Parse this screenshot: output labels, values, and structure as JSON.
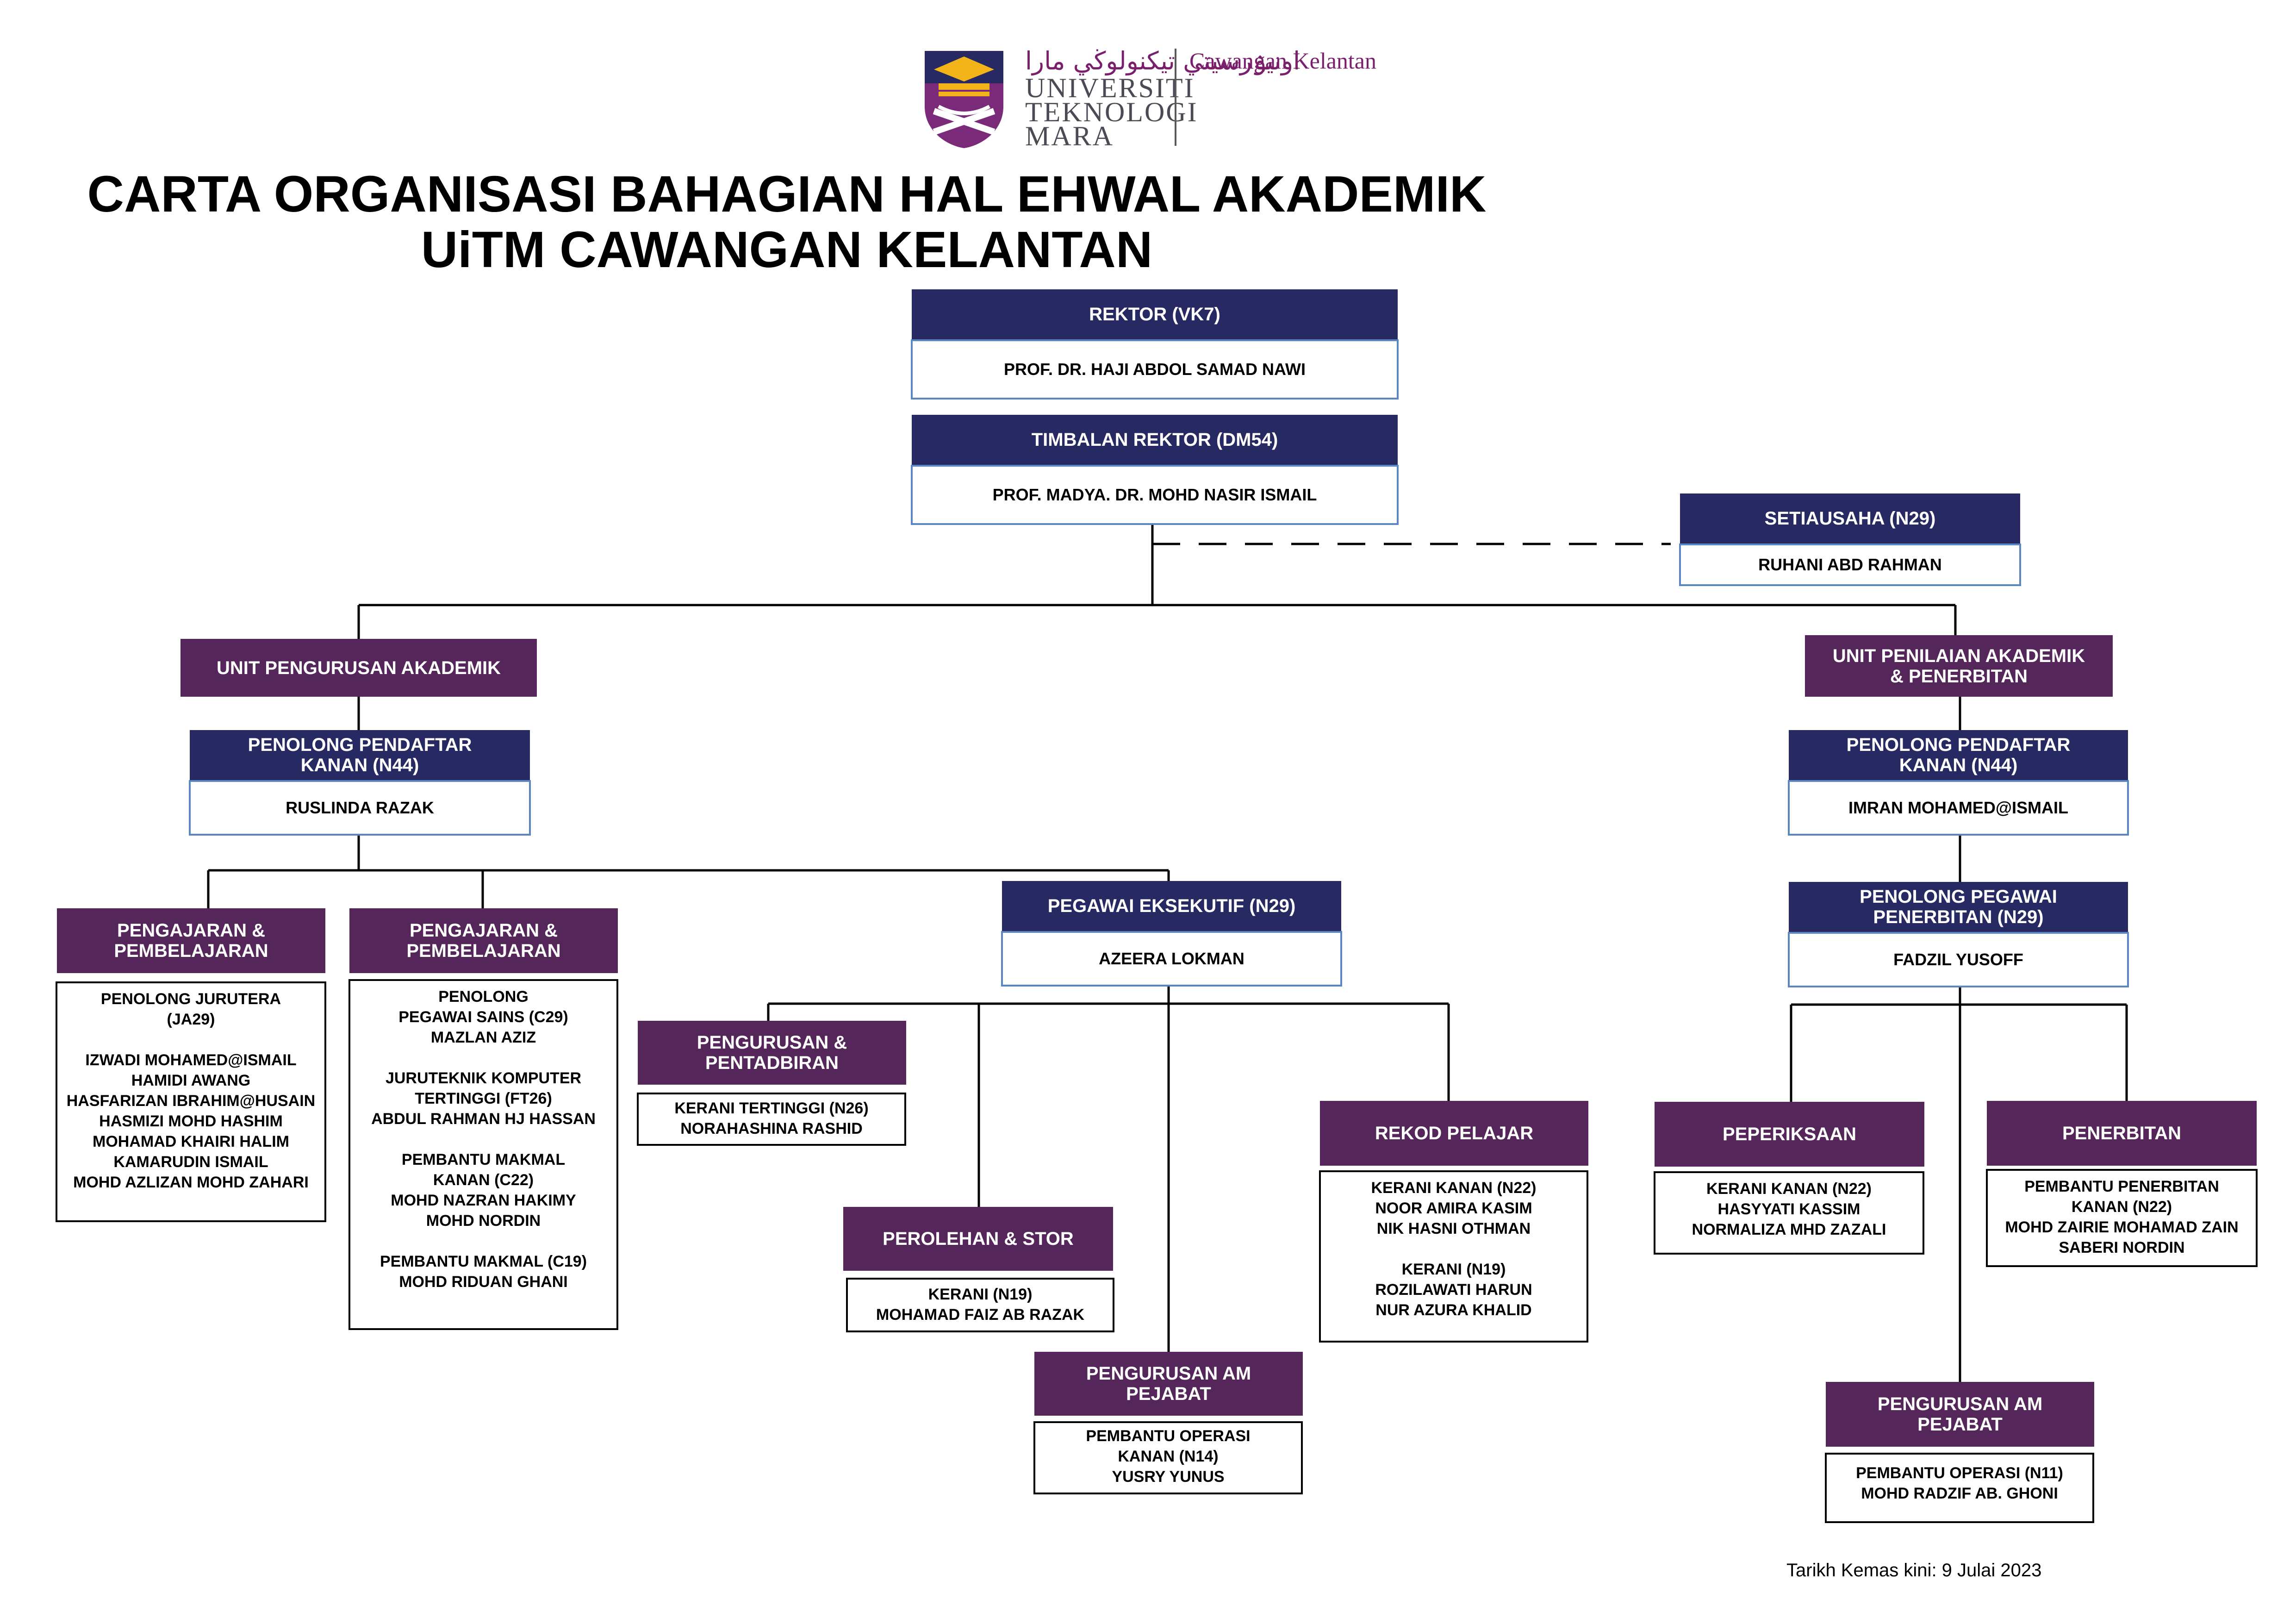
{
  "logo": {
    "jawi": "اونيۏرسيتي تيكنولوڬي مارا",
    "line1": "UNIVERSITI",
    "line2": "TEKNOLOGI",
    "line3": "MARA",
    "campus": "Cawangan Kelantan"
  },
  "title": {
    "line1": "CARTA ORGANISASI BAHAGIAN HAL EHWAL AKADEMIK",
    "line2": "UiTM CAWANGAN KELANTAN"
  },
  "rektor": {
    "role": "REKTOR (VK7)",
    "name": "PROF. DR. HAJI ABDOL SAMAD NAWI"
  },
  "timbalan": {
    "role": "TIMBALAN REKTOR (DM54)",
    "name": "PROF. MADYA. DR. MOHD NASIR ISMAIL"
  },
  "setiausaha": {
    "role": "SETIAUSAHA (N29)",
    "name": "RUHANI ABD RAHMAN"
  },
  "unit_left": {
    "label": "UNIT PENGURUSAN AKADEMIK"
  },
  "unit_right": {
    "label": "UNIT PENILAIAN AKADEMIK\n& PENERBITAN"
  },
  "pp_left": {
    "role": "PENOLONG PENDAFTAR\nKANAN (N44)",
    "name": "RUSLINDA RAZAK"
  },
  "pp_right": {
    "role": "PENOLONG PENDAFTAR\nKANAN (N44)",
    "name": "IMRAN MOHAMED@ISMAIL"
  },
  "ppp": {
    "role": "PENOLONG PEGAWAI\nPENERBITAN (N29)",
    "name": "FADZIL YUSOFF"
  },
  "pe": {
    "role": "PEGAWAI EKSEKUTIF (N29)",
    "name": "AZEERA LOKMAN"
  },
  "pp1": {
    "label": "PENGAJARAN &\nPEMBELAJARAN",
    "lines": [
      "PENOLONG JURUTERA",
      "(JA29)",
      "",
      "IZWADI MOHAMED@ISMAIL",
      "HAMIDI AWANG",
      "HASFARIZAN IBRAHIM@HUSAIN",
      "HASMIZI MOHD HASHIM",
      "MOHAMAD KHAIRI HALIM",
      "KAMARUDIN ISMAIL",
      "MOHD AZLIZAN MOHD ZAHARI"
    ]
  },
  "pp2": {
    "label": "PENGAJARAN &\nPEMBELAJARAN",
    "lines": [
      "PENOLONG",
      "PEGAWAI SAINS (C29)",
      "MAZLAN AZIZ",
      "",
      "JURUTEKNIK KOMPUTER",
      "TERTINGGI (FT26)",
      "ABDUL RAHMAN HJ HASSAN",
      "",
      "PEMBANTU MAKMAL",
      "KANAN (C22)",
      "MOHD NAZRAN HAKIMY",
      "MOHD NORDIN",
      "",
      "PEMBANTU MAKMAL (C19)",
      "MOHD RIDUAN GHANI"
    ]
  },
  "pentadbiran": {
    "label": "PENGURUSAN &\nPENTADBIRAN",
    "lines": [
      "KERANI TERTINGGI (N26)",
      "NORAHASHINA RASHID"
    ]
  },
  "perolehan": {
    "label": "PEROLEHAN & STOR",
    "lines": [
      "KERANI (N19)",
      "MOHAMAD FAIZ AB RAZAK"
    ]
  },
  "am1": {
    "label": "PENGURUSAN AM\nPEJABAT",
    "lines": [
      "PEMBANTU OPERASI",
      "KANAN (N14)",
      "YUSRY YUNUS"
    ]
  },
  "rekod": {
    "label": "REKOD PELAJAR",
    "lines": [
      "KERANI KANAN (N22)",
      "NOOR AMIRA KASIM",
      "NIK HASNI OTHMAN",
      "",
      "KERANI (N19)",
      "ROZILAWATI HARUN",
      "NUR AZURA KHALID"
    ]
  },
  "peperiksaan": {
    "label": "PEPERIKSAAN",
    "lines": [
      "KERANI KANAN (N22)",
      "HASYYATI KASSIM",
      "NORMALIZA MHD ZAZALI"
    ]
  },
  "penerbitan": {
    "label": "PENERBITAN",
    "lines": [
      "PEMBANTU PENERBITAN",
      "KANAN (N22)",
      "MOHD ZAIRIE MOHAMAD ZAIN",
      "SABERI NORDIN"
    ]
  },
  "am2": {
    "label": "PENGURUSAN AM\nPEJABAT",
    "lines": [
      "PEMBANTU OPERASI (N11)",
      "MOHD RADZIF AB. GHONI"
    ]
  },
  "footer": "Tarikh Kemas kini: 9 Julai 2023",
  "colors": {
    "navy": "#272a62",
    "plum": "#54265a",
    "name_border": "#5a86c4"
  }
}
